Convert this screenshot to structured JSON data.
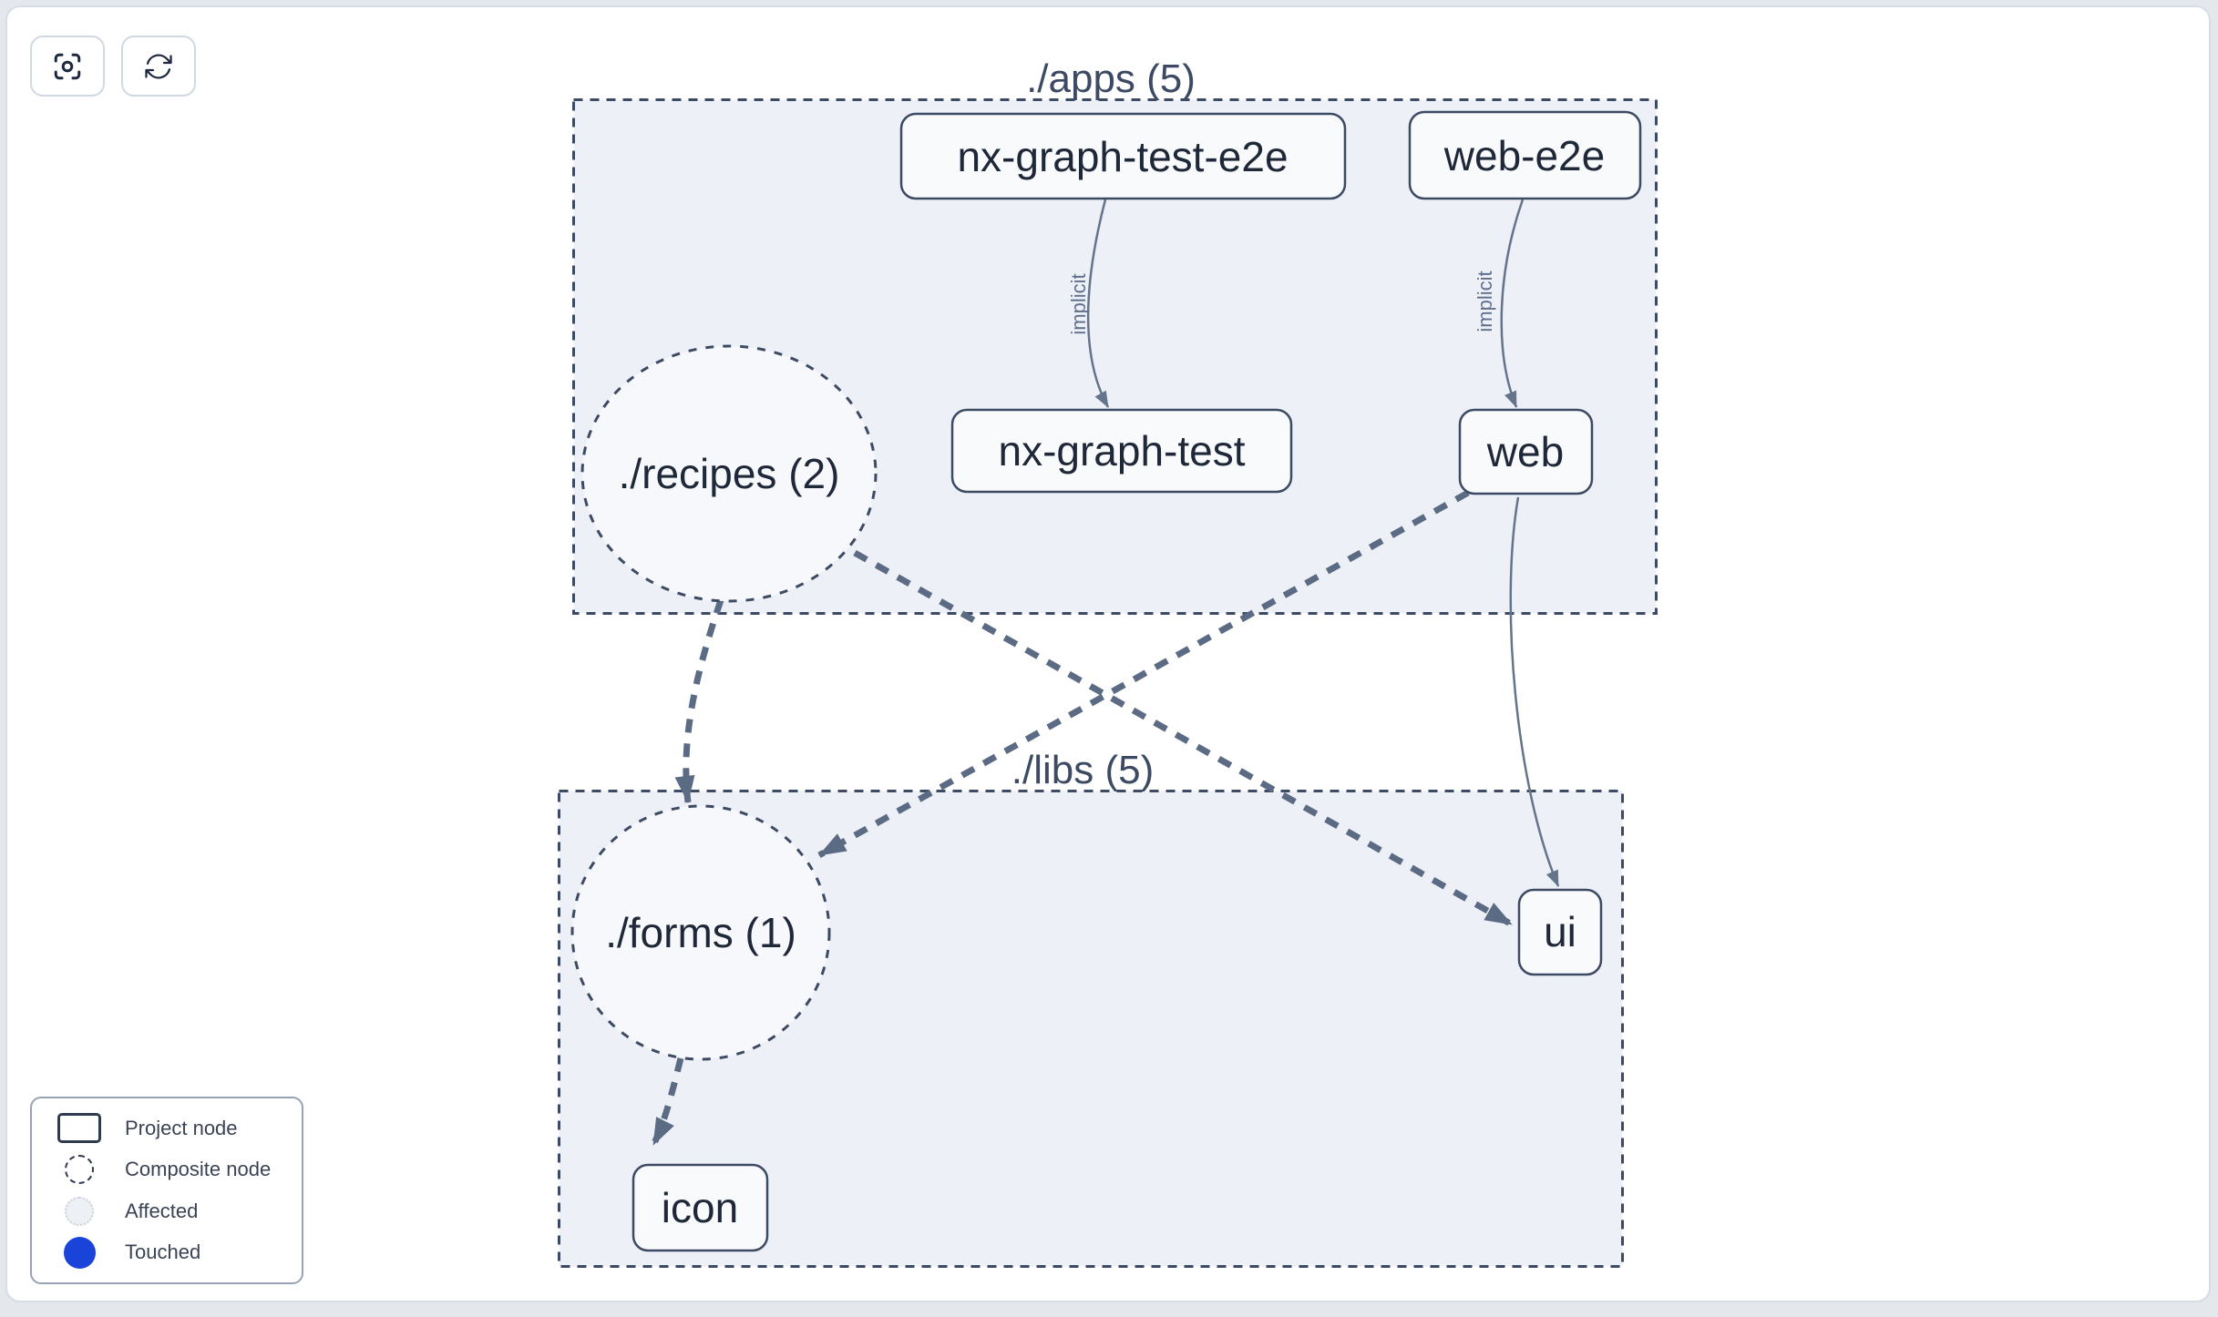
{
  "toolbar": {
    "buttons": [
      {
        "name": "center-graph",
        "icon": "focus-icon"
      },
      {
        "name": "refresh-graph",
        "icon": "refresh-icon"
      }
    ]
  },
  "graph": {
    "groups": [
      {
        "id": "apps",
        "label": "./apps (5)"
      },
      {
        "id": "libs",
        "label": "./libs (5)"
      }
    ],
    "nodes": [
      {
        "id": "nx-graph-test-e2e",
        "label": "nx-graph-test-e2e",
        "type": "project",
        "group": "apps"
      },
      {
        "id": "web-e2e",
        "label": "web-e2e",
        "type": "project",
        "group": "apps"
      },
      {
        "id": "recipes",
        "label": "./recipes (2)",
        "type": "composite",
        "group": "apps"
      },
      {
        "id": "nx-graph-test",
        "label": "nx-graph-test",
        "type": "project",
        "group": "apps"
      },
      {
        "id": "web",
        "label": "web",
        "type": "project",
        "group": "apps"
      },
      {
        "id": "forms",
        "label": "./forms (1)",
        "type": "composite",
        "group": "libs"
      },
      {
        "id": "ui",
        "label": "ui",
        "type": "project",
        "group": "libs"
      },
      {
        "id": "icon",
        "label": "icon",
        "type": "project",
        "group": "libs"
      }
    ],
    "edges": [
      {
        "from": "nx-graph-test-e2e",
        "to": "nx-graph-test",
        "label": "implicit",
        "style": "solid-thin"
      },
      {
        "from": "web-e2e",
        "to": "web",
        "label": "implicit",
        "style": "solid-thin"
      },
      {
        "from": "web",
        "to": "ui",
        "label": "",
        "style": "solid-thin"
      },
      {
        "from": "recipes",
        "to": "forms",
        "label": "",
        "style": "dashed-thick"
      },
      {
        "from": "recipes",
        "to": "ui",
        "label": "",
        "style": "dashed-thick"
      },
      {
        "from": "web",
        "to": "forms",
        "label": "",
        "style": "dashed-thick"
      },
      {
        "from": "forms",
        "to": "icon",
        "label": "",
        "style": "dashed-thick"
      }
    ]
  },
  "legend": {
    "items": [
      {
        "label": "Project node",
        "swatch": "rect"
      },
      {
        "label": "Composite node",
        "swatch": "dashed-circle"
      },
      {
        "label": "Affected",
        "swatch": "affected-circle"
      },
      {
        "label": "Touched",
        "swatch": "touched-circle"
      }
    ]
  },
  "colors": {
    "touched_blue": "#1a43d9",
    "edge": "#5b6b84",
    "node_border": "#3d4a63",
    "group_fill": "#edf1f7",
    "canvas": "#ffffff",
    "page_background": "#e4e7ec"
  }
}
